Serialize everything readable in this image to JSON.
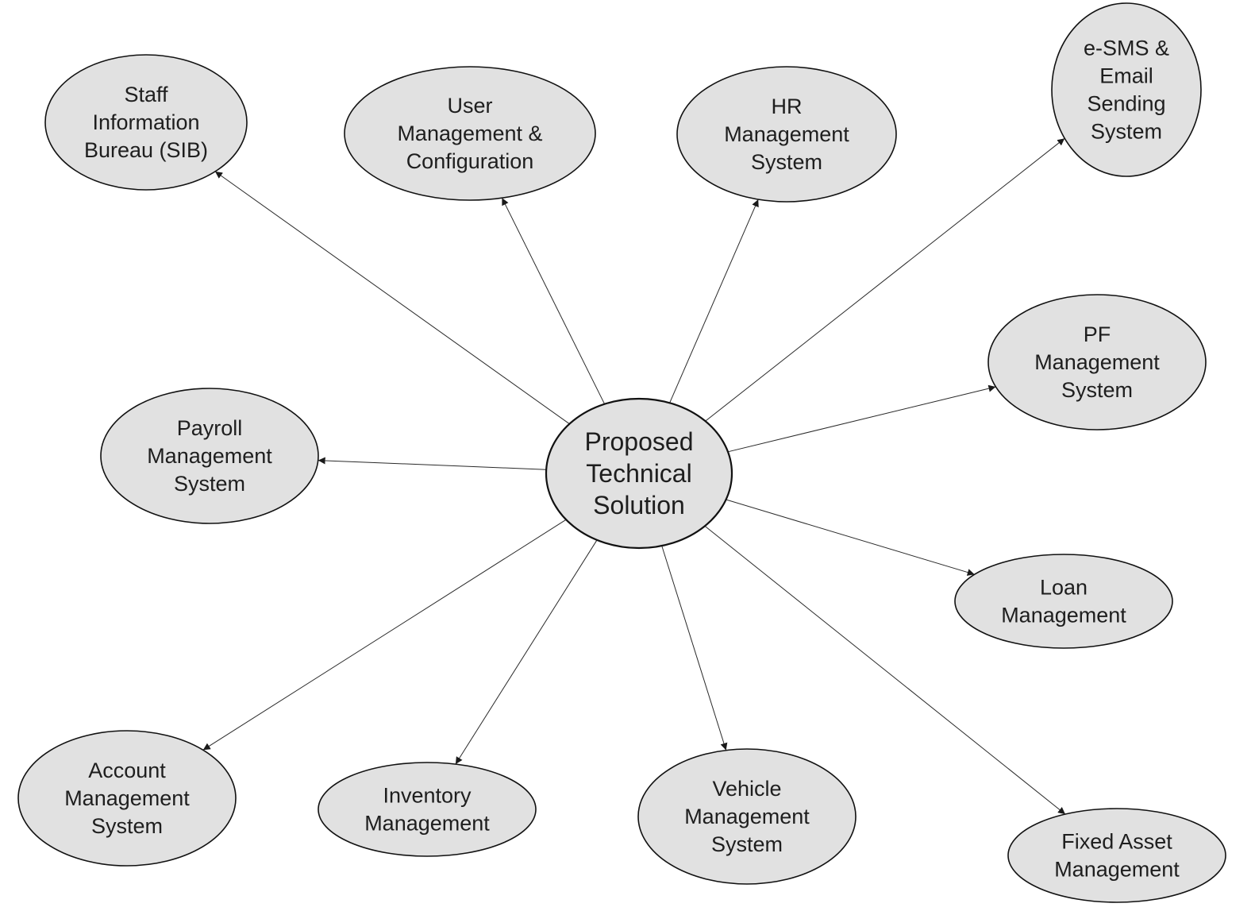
{
  "diagram": {
    "center": {
      "id": "proposed-technical-solution",
      "lines": [
        "Proposed",
        "Technical",
        "Solution"
      ]
    },
    "nodes": [
      {
        "id": "staff-information-bureau",
        "lines": [
          "Staff",
          "Information",
          "Bureau (SIB)"
        ]
      },
      {
        "id": "user-management-configuration",
        "lines": [
          "User",
          "Management &",
          "Configuration"
        ]
      },
      {
        "id": "hr-management-system",
        "lines": [
          "HR",
          "Management",
          "System"
        ]
      },
      {
        "id": "esms-email-sending-system",
        "lines": [
          "e-SMS &",
          "Email",
          "Sending",
          "System"
        ]
      },
      {
        "id": "pf-management-system",
        "lines": [
          "PF",
          "Management",
          "System"
        ]
      },
      {
        "id": "payroll-management-system",
        "lines": [
          "Payroll",
          "Management",
          "System"
        ]
      },
      {
        "id": "loan-management",
        "lines": [
          "Loan",
          "Management"
        ]
      },
      {
        "id": "account-management-system",
        "lines": [
          "Account",
          "Management",
          "System"
        ]
      },
      {
        "id": "inventory-management",
        "lines": [
          "Inventory",
          "Management"
        ]
      },
      {
        "id": "vehicle-management-system",
        "lines": [
          "Vehicle",
          "Management",
          "System"
        ]
      },
      {
        "id": "fixed-asset-management",
        "lines": [
          "Fixed Asset",
          "Management"
        ]
      }
    ],
    "edges": [
      {
        "from": "proposed-technical-solution",
        "to": "staff-information-bureau"
      },
      {
        "from": "proposed-technical-solution",
        "to": "user-management-configuration"
      },
      {
        "from": "proposed-technical-solution",
        "to": "hr-management-system"
      },
      {
        "from": "proposed-technical-solution",
        "to": "esms-email-sending-system"
      },
      {
        "from": "proposed-technical-solution",
        "to": "pf-management-system"
      },
      {
        "from": "proposed-technical-solution",
        "to": "payroll-management-system"
      },
      {
        "from": "proposed-technical-solution",
        "to": "loan-management"
      },
      {
        "from": "proposed-technical-solution",
        "to": "account-management-system"
      },
      {
        "from": "proposed-technical-solution",
        "to": "inventory-management"
      },
      {
        "from": "proposed-technical-solution",
        "to": "vehicle-management-system"
      },
      {
        "from": "proposed-technical-solution",
        "to": "fixed-asset-management"
      }
    ],
    "colors": {
      "node_fill": "#e1e1e1",
      "stroke": "#111111",
      "text": "#1e1e1e"
    }
  }
}
